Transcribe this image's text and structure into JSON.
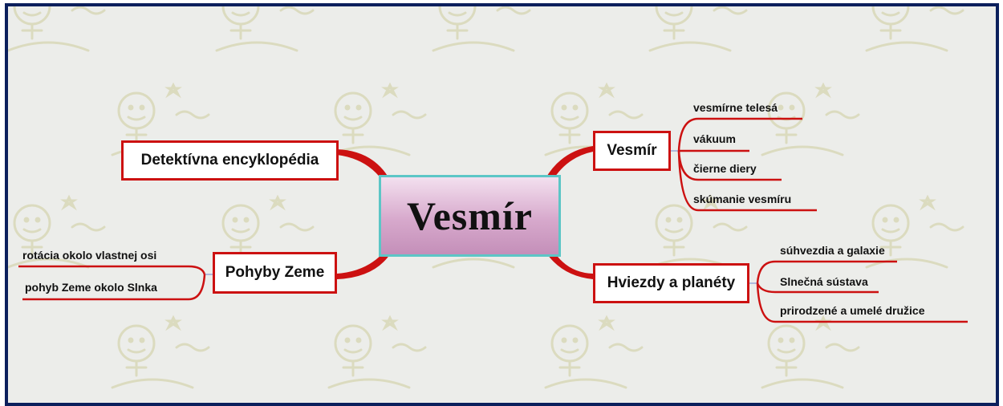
{
  "center": {
    "label": "Vesmír"
  },
  "topics": {
    "detektivna": {
      "label": "Detektívna encyklopédia"
    },
    "vesmir": {
      "label": "Vesmír",
      "items": [
        "vesmírne telesá",
        "vákuum",
        "čierne diery",
        "skúmanie vesmíru"
      ]
    },
    "pohyby": {
      "label": "Pohyby Zeme",
      "items": [
        "rotácia okolo vlastnej osi",
        "pohyb Zeme okolo Slnka"
      ]
    },
    "hviezdy": {
      "label": "Hviezdy a planéty",
      "items": [
        "súhvezdia a galaxie",
        "Slnečná sústava",
        "prirodzené a umelé družice"
      ]
    }
  },
  "colors": {
    "frame": "#0b1f5c",
    "branch": "#cc1111",
    "center_border": "#5cc6c6",
    "background": "#ecedea",
    "motif": "#d6d4b4"
  }
}
